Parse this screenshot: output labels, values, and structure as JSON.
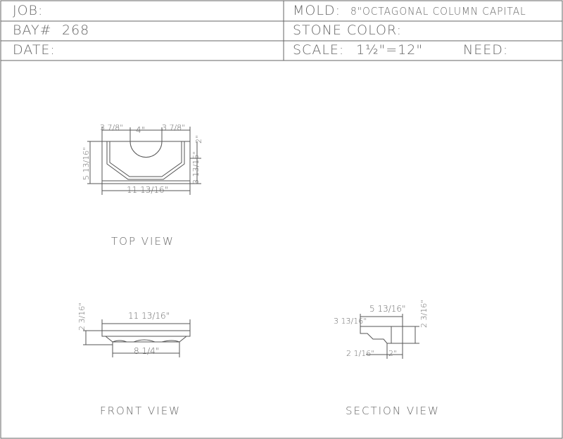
{
  "title_block": {
    "job_label": "JOB:",
    "bay_label": "BAY#",
    "bay_value": "268",
    "date_label": "DATE:",
    "mold_label": "MOLD:",
    "mold_value": "8\"OCTAGONAL COLUMN CAPITAL",
    "stone_color_label": "STONE COLOR:",
    "scale_label": "SCALE:",
    "scale_value": "1½\"=12\"",
    "need_label": "NEED:"
  },
  "views": {
    "top": {
      "label": "TOP VIEW",
      "dims": {
        "left_top": "3 7/8\"",
        "center_top": "4\"",
        "right_top": "3 7/8\"",
        "right_upper": "2\"",
        "right_lower": "3 13/16\"",
        "left": "5 13/16\"",
        "bottom": "11 13/16\""
      }
    },
    "front": {
      "label": "FRONT VIEW",
      "dims": {
        "height": "2 3/16\"",
        "top": "11 13/16\"",
        "bottom": "8 1/4\""
      }
    },
    "section": {
      "label": "SECTION VIEW",
      "dims": {
        "top": "5 13/16\"",
        "left": "3 13/16\"",
        "right": "2 3/16\"",
        "bottom_left": "2 1/16\"",
        "bottom_right": "2\""
      }
    }
  },
  "colors": {
    "line": "#555555",
    "text": "#666666",
    "background": "#ffffff"
  }
}
